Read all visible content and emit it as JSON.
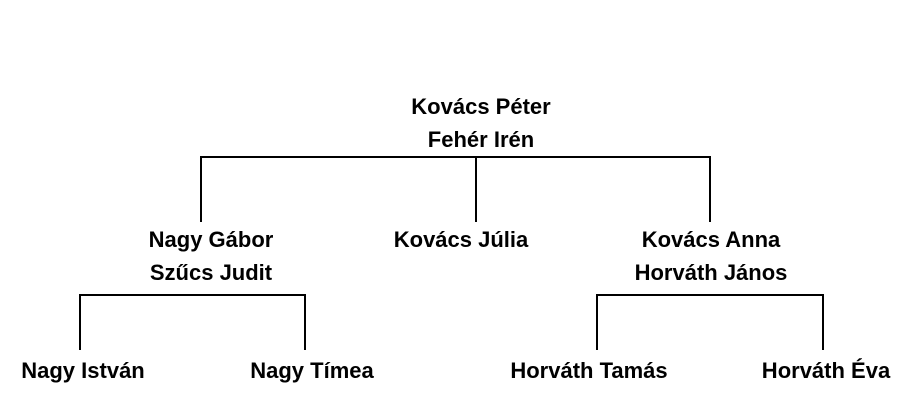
{
  "tree": {
    "root": {
      "line1": "Kovács Péter",
      "line2": "Fehér Irén"
    },
    "children": [
      {
        "line1": "Nagy Gábor",
        "line2": "Szűcs Judit"
      },
      {
        "line1": "Kovács Júlia"
      },
      {
        "line1": "Kovács Anna",
        "line2": "Horváth János"
      }
    ],
    "grandchildren_left": [
      {
        "line1": "Nagy István"
      },
      {
        "line1": "Nagy Tímea"
      }
    ],
    "grandchildren_right": [
      {
        "line1": "Horváth Tamás"
      },
      {
        "line1": "Horváth Éva"
      }
    ]
  },
  "colors": {
    "line": "#000000",
    "text": "#000000",
    "background": "#ffffff"
  }
}
